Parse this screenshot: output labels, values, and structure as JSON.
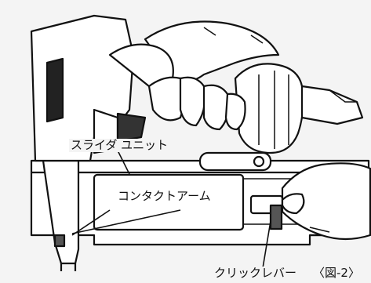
{
  "labels": {
    "slider_unit": "スライダ ユニット",
    "contact_arm": "コンタクトアーム",
    "click_lever": "クリックレバー",
    "figure_ref": "〈図-2〉"
  },
  "colors": {
    "background": "#f4f4f4",
    "line": "#111111",
    "tool_body": "#ffffff",
    "shading": "#555555"
  }
}
